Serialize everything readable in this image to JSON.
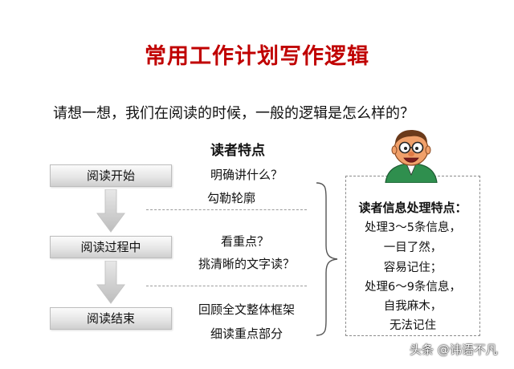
{
  "title": "常用工作计划写作逻辑",
  "question": "请想一想，我们在阅读的时候，一般的逻辑是怎么样的？",
  "header": "读者特点",
  "stages": [
    {
      "label": "阅读开始",
      "notes": [
        "明确讲什么？",
        "勾勒轮廓"
      ]
    },
    {
      "label": "阅读过程中",
      "notes": [
        "看重点？",
        "挑清晰的文字读？"
      ]
    },
    {
      "label": "阅读结束",
      "notes": [
        "回顾全文整体框架",
        "细读重点部分"
      ]
    }
  ],
  "panel": {
    "title": "读者信息处理特点：",
    "lines": [
      "处理3～5条信息，",
      "一目了然，",
      "容易记住；",
      "处理6～9条信息，",
      "自我麻木，",
      "无法记住"
    ]
  },
  "watermark": "头条 @讳语不凡"
}
